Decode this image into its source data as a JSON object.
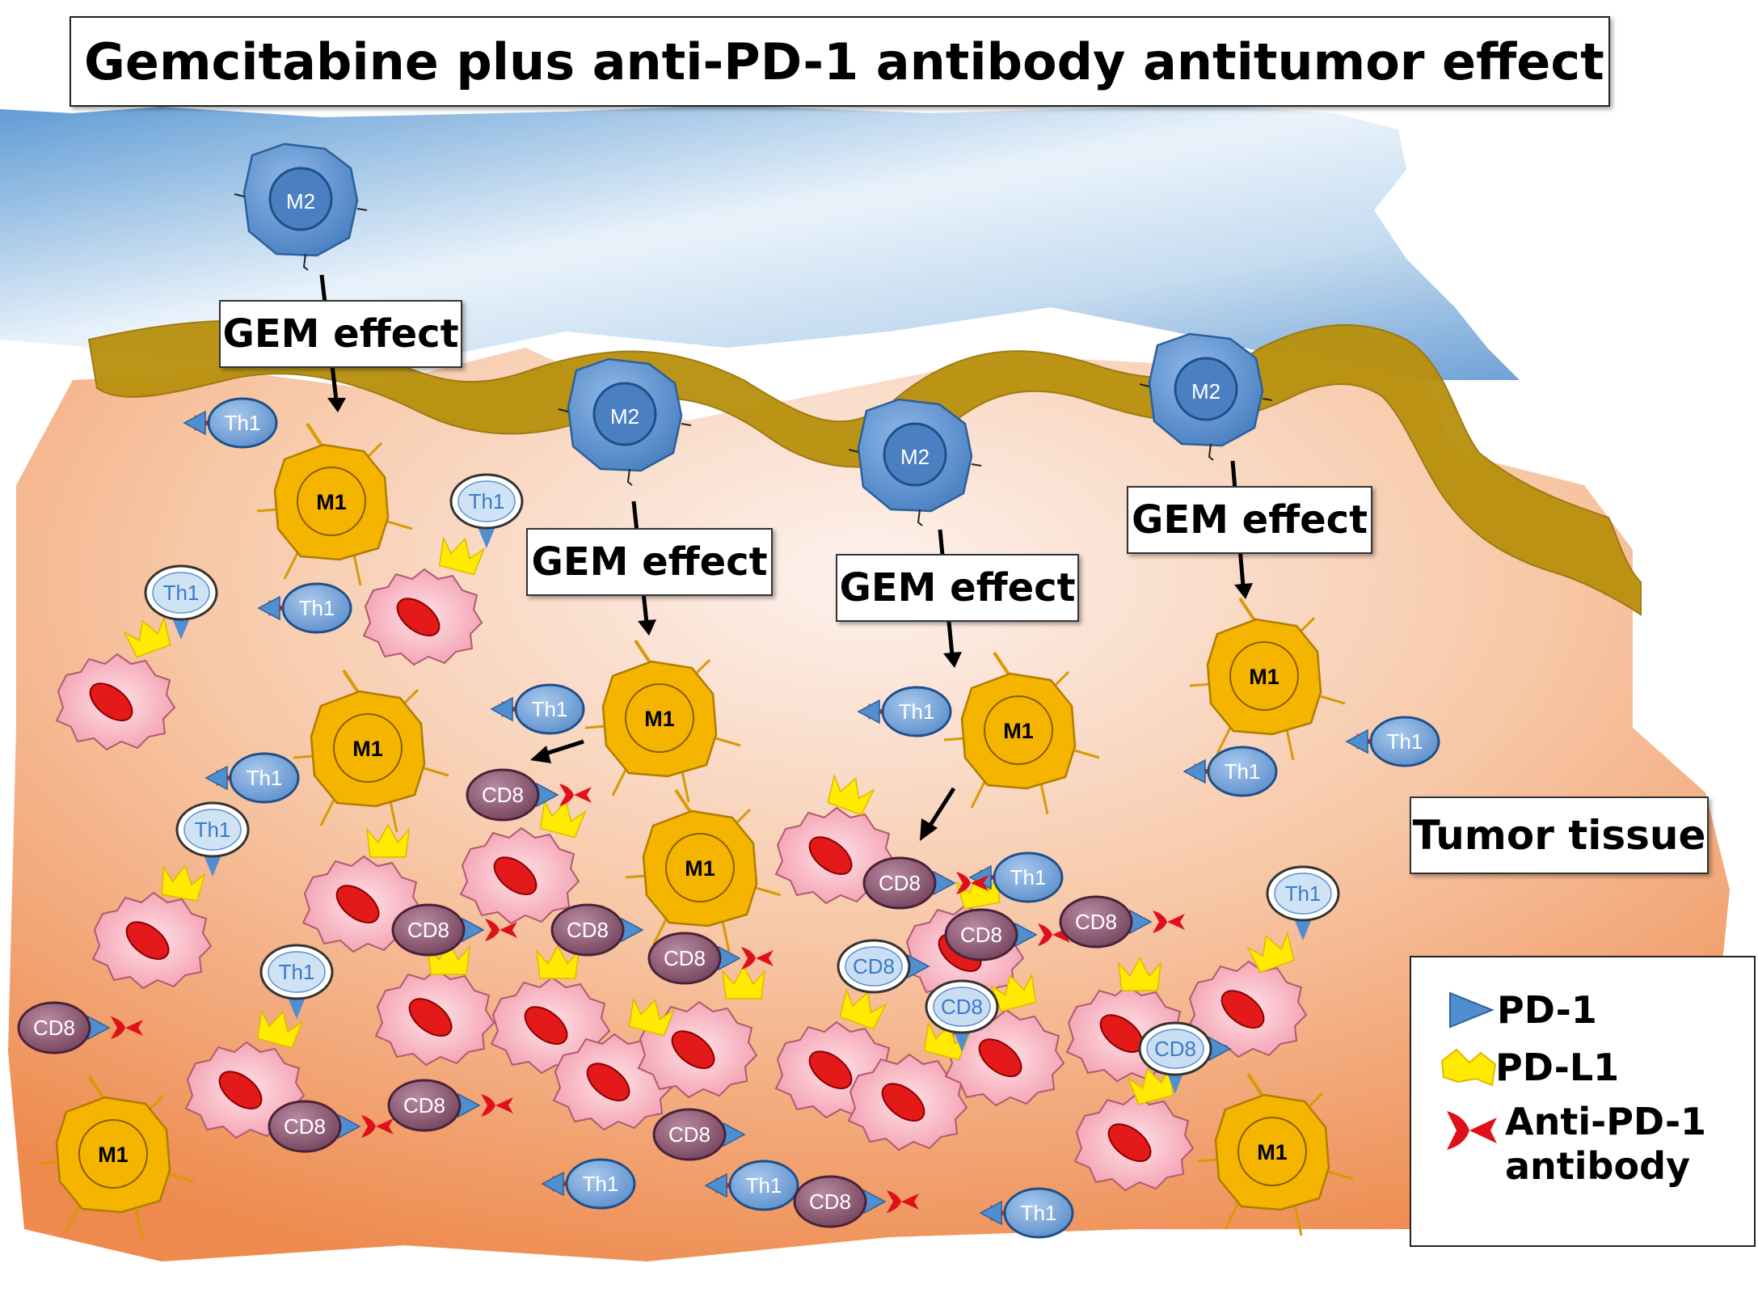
{
  "title": "Gemcitabine plus anti-PD-1 antibody antitumor effect",
  "gem_effect_labels": [
    "GEM effect",
    "GEM effect",
    "GEM effect",
    "GEM effect"
  ],
  "tumor_tissue_label": "Tumor tissue",
  "cell_labels": {
    "m2": "M2",
    "m1": "M1",
    "th1": "Th1",
    "cd8": "CD8"
  },
  "legend": {
    "pd1": "PD-1",
    "pdl1": "PD-L1",
    "antibody_line1": "Anti-PD-1",
    "antibody_line2": "antibody"
  },
  "colors": {
    "sky_blue": "#7fb0dc",
    "membrane_gold": "#b8900c",
    "tissue_orange": "#f0a070",
    "m2_blue": "#5b8fcf",
    "m1_orange": "#f4b400",
    "th1_blue": "#5e96d6",
    "cd8_purple": "#7d4a66",
    "tumor_pink": "#f7b3bf",
    "nucleus_red": "#e41a1a",
    "pdl1_yellow": "#ffea00",
    "pd1_blue": "#4f8fd0",
    "antibody_red": "#e0101a"
  }
}
